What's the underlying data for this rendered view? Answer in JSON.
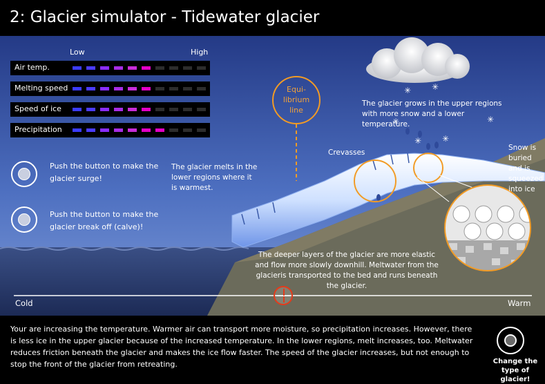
{
  "title": "2: Glacier simulator - Tidewater glacier",
  "legend": {
    "low": "Low",
    "high": "High",
    "rows": [
      {
        "label": "Air temp.",
        "level": 6
      },
      {
        "label": "Melting speed",
        "level": 6
      },
      {
        "label": "Speed of ice",
        "level": 6
      },
      {
        "label": "Precipitation",
        "level": 7
      }
    ],
    "total_bars": 10,
    "colors": [
      "#3c3cff",
      "#4b3cff",
      "#8a2dff",
      "#a92de6",
      "#c92dd9",
      "#e400c6",
      "#e400c6",
      "#e400c6",
      "#e400c6",
      "#e400c6"
    ],
    "off_color": "#2d2d2d"
  },
  "buttons": {
    "surge_text": "Push the button to make the glacier surge!",
    "calve_text": "Push the button to make the glacier break off (calve)!",
    "change_text": "Change the type of glacier!"
  },
  "scene": {
    "equilibrium_label": "Equi-librium line",
    "crevasses": "Crevasses",
    "snow_buried": "Snow is buried and is squeezed into ice",
    "grows_text": "The glacier grows in the upper regions with more snow and a lower temperature.",
    "melts_text": "The glacier melts in the lower regions where it is warmest.",
    "deeper_text": "The deeper layers of the glacier are more elastic and flow more slowly  downhill.  Meltwater from the glacieris transported  to the bed and runs beneath the glacier."
  },
  "slider": {
    "cold": "Cold",
    "warm": "Warm",
    "value_fraction": 0.52
  },
  "explanation": "Your are increasing the temperature. Warmer air can transport more moisture, so precipitation increases. However, there is less ice in the upper glacier because of the increased temperature. In the lower regions, melt increases, too. Meltwater reduces friction beneath the glacier and makes the ice flow faster. The speed of the glacier increases, but not enough to stop the front of the glacier from retreating."
}
